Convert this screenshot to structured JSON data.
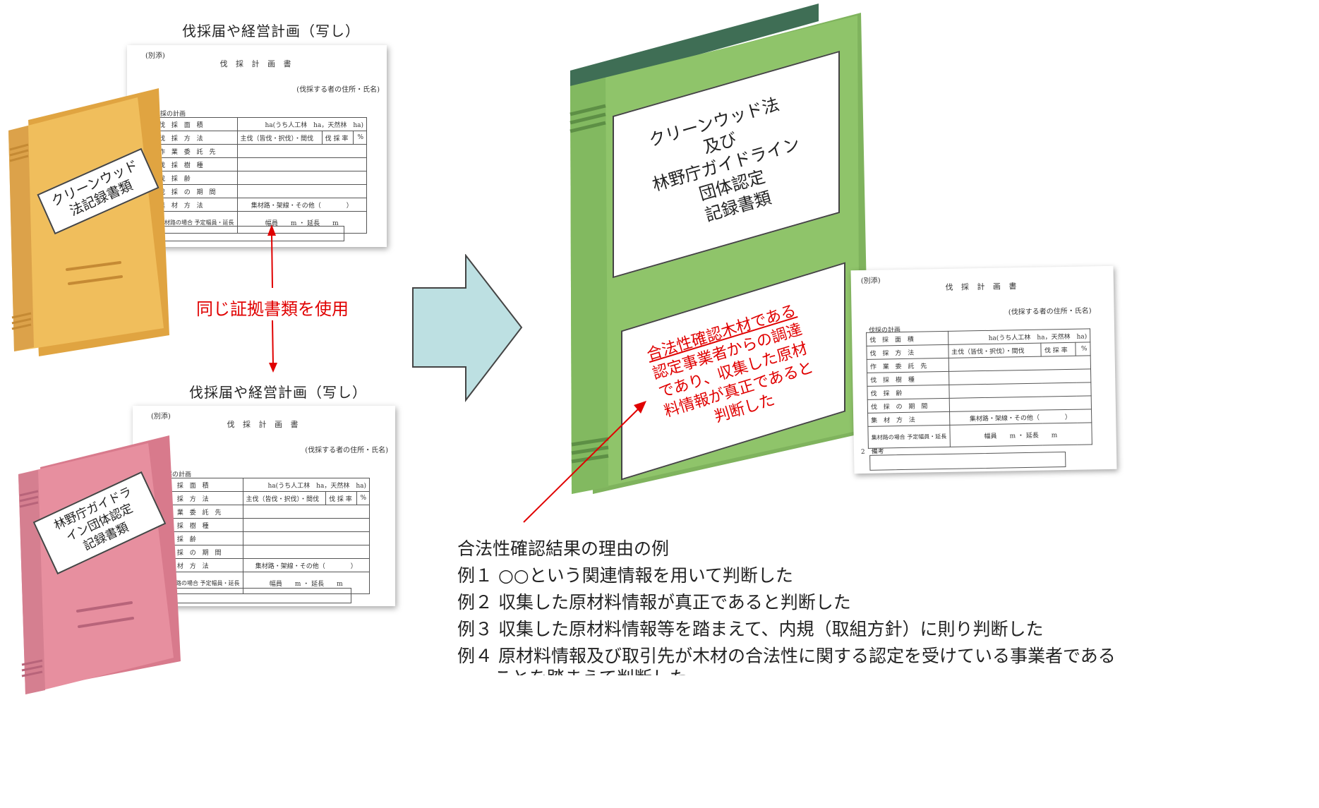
{
  "captions": {
    "top_doc": "伐採届や経営計画（写し）",
    "bottom_doc": "伐採届や経営計画（写し）"
  },
  "document": {
    "bessi": "(別添)",
    "title": "伐 採 計 画 書",
    "owner": "(伐採する者の住所・氏名)",
    "plan": "伐採の計画",
    "rows": [
      {
        "label": "伐 採 面 積",
        "value": "ha(うち人工林　ha，天然林　ha)"
      },
      {
        "label": "伐 採 方 法",
        "value": "主伐（皆伐・択伐）・間伐",
        "rate_label": "伐 採 率",
        "rate_unit": "%"
      },
      {
        "label": "作 業 委 託 先",
        "value": ""
      },
      {
        "label": "伐 採 樹 種",
        "value": ""
      },
      {
        "label": "伐 採 齢",
        "value": ""
      },
      {
        "label": "伐 採 の 期 間",
        "value": ""
      },
      {
        "label": "集 材 方 法",
        "value": "集材路・架線・その他（　　　　）"
      },
      {
        "label": "集材路の場合 予定幅員・延長",
        "value": "幅員　　m ・ 延長　　m"
      }
    ],
    "biko": "2　備考"
  },
  "binders": {
    "yellow_label": "クリーンウッド法記録書類",
    "yellow_lines": [
      "クリーンウッド",
      "法記録書類"
    ],
    "pink_lines": [
      "林野庁ガイドラ",
      "イン団体認定",
      "記録書類"
    ],
    "green_lines": [
      "クリーンウッド法",
      "及び",
      "林野庁ガイドライン",
      "団体認定",
      "記録書類"
    ],
    "green_note_lines": [
      "合法性確認木材である",
      "認定事業者からの調達",
      "であり、収集した原材",
      "料情報が真正であると",
      "判断した"
    ]
  },
  "same_evidence": "同じ証拠書類を使用",
  "reasons": {
    "title": "合法性確認結果の理由の例",
    "items": [
      "例１ ○○という関連情報を用いて判断した",
      "例２ 収集した原材料情報が真正であると判断した",
      "例３ 収集した原材料情報等を踏まえて、内規（取組方針）に則り判断した",
      "例４ 原材料情報及び取引先が木材の合法性に関する認定を受けている事業者である",
      "ことを踏まえて判断した"
    ]
  },
  "colors": {
    "yellow_binder": "#f0be5c",
    "pink_binder": "#e78f9f",
    "green_binder": "#8fc46a",
    "arrow_fill": "#bde0e2",
    "red": "#e00000"
  }
}
